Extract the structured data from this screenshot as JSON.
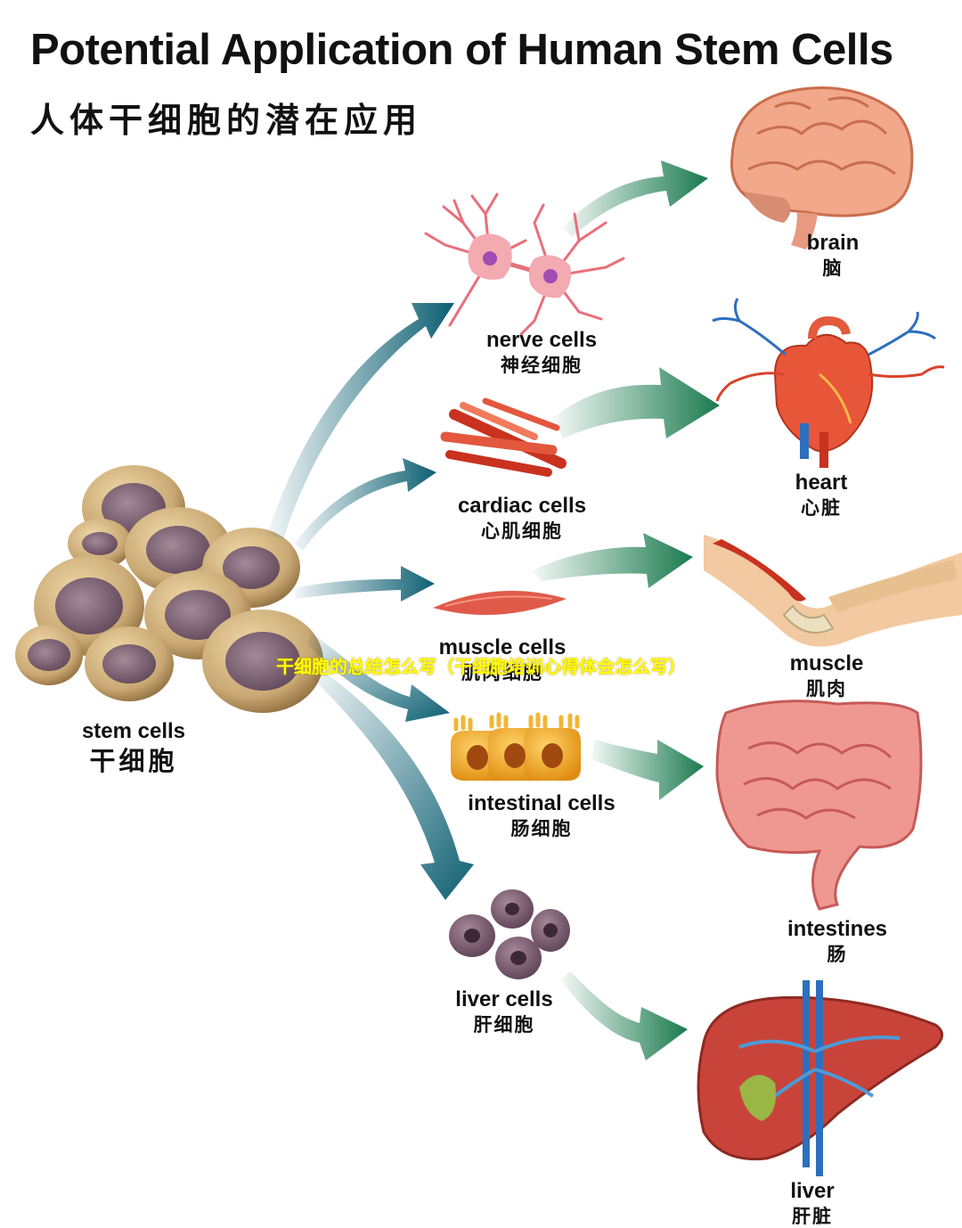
{
  "title": "Potential Application of Human Stem Cells",
  "subtitle": "人体干细胞的潜在应用",
  "overlay_caption": "干细胞的总结怎么写（干细胞培训心得体会怎么写）",
  "source": {
    "en": "stem cells",
    "zh": "干细胞"
  },
  "cell_types": [
    {
      "en": "nerve cells",
      "zh": "神经细胞"
    },
    {
      "en": "cardiac cells",
      "zh": "心肌细胞"
    },
    {
      "en": "muscle cells",
      "zh": "肌肉细胞"
    },
    {
      "en": "intestinal cells",
      "zh": "肠细胞"
    },
    {
      "en": "liver cells",
      "zh": "肝细胞"
    }
  ],
  "organs": [
    {
      "en": "brain",
      "zh": "脑"
    },
    {
      "en": "heart",
      "zh": "心脏"
    },
    {
      "en": "muscle",
      "zh": "肌肉"
    },
    {
      "en": "intestines",
      "zh": "肠"
    },
    {
      "en": "liver",
      "zh": "肝脏"
    }
  ],
  "colors": {
    "arrow_teal": "#0d5f72",
    "arrow_green": "#1a7a4e",
    "stem_cell": "#c9a873",
    "nucleus": "#7a6070",
    "tissue_red": "#d84c3a",
    "intestine_pink": "#eb8f8a",
    "liver_red": "#b8382c",
    "overlay_text": "#ffff00"
  }
}
